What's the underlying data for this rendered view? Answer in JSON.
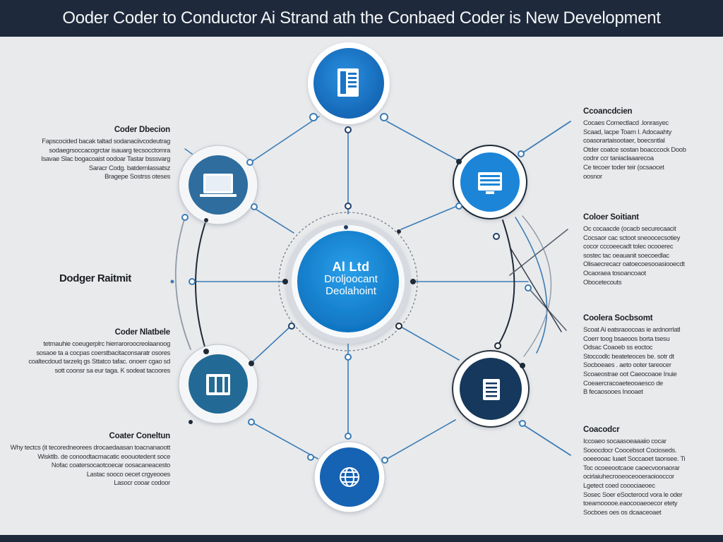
{
  "header": {
    "title": "Ooder Coder to Conductor Ai Strand ath the Conbaed Coder is New Development"
  },
  "hub": {
    "line1": "Al Ltd",
    "line2": "Droljoocant",
    "line3": "Deolahoint"
  },
  "side_label": "Dodger Raitmit",
  "left_blocks": [
    {
      "title": "Coder Dbecion",
      "lines": [
        "Fapscocided bacak taltad sodanaciivcodeutrag",
        "sodaegrsoccacogrctar isauarg tecsocctomra",
        "Isavae Slac bogacoaist oodoar Tastar bsssvarg",
        "Saracr Codg. batdernlassatsz",
        "Bragepe Sostrss oteses"
      ]
    },
    {
      "title": "Coder Nlatbele",
      "lines": [
        "tetmauhie coeugerplrc hierraroroocreolaanoog",
        "sosaoe ta a cocpas coerstbacitaconsaratr osores",
        "coaltecdoud tarzelq gs Sttatco tafac. onoerr cgao sd",
        "sott coonsr sa eur taga. K sodeat tacoores"
      ]
    },
    {
      "title": "Coater Coneltun",
      "lines": [
        "Why tectcs (it tecoredneorees drocaedaasan toacnanaoott",
        "Wisktlb. de conoodtacmacatic eoouotedent soce",
        "Nofac coatersocaotcoecar oosacaneacesto",
        "Lastac sooco oecet crgyeooes",
        "Lasocr cooar codoor"
      ]
    }
  ],
  "right_blocks": [
    {
      "title": "Ccoancdcien",
      "lines": [
        "Cocaes Comectlacd .lonrasyec",
        "Scaad, lacpe Toarn I. Adocaahty",
        "coasorartaisootaer, boecsntlal",
        "Otder coatce sostan boacccock Doob",
        "codnr ccr taniaclaaarecoa",
        "Ce tecoer toder teir (ocsaocet",
        "oosnor"
      ]
    },
    {
      "title": "Coloer Soitiant",
      "lines": [
        "Oc cocaacde (ocacb securecaacit",
        "Cocsaor cac sctoot sneoocecsotiey",
        "cocor cccoeecadt tolec ocooerec",
        "sostec tac oeauanit soecoedlac",
        "Olisaecrecacr oatoecoesooasiooecdt",
        "Ocaoraea tosoancoaot",
        "Obocetecouts"
      ]
    },
    {
      "title": "Coolera Socbsomt",
      "lines": [
        "Scoat Ai eatsraoocoas ie ardnorrlatl",
        "Coerr toog bsaeoos borta tsesu",
        "Odsac Coaoeb ss eoctoc",
        "Stoccodlc beateteoces be. sotr dt",
        "Socboeaes . aeto ooter tareocer",
        "Scoaeostrae oot Caeocoaoe Inuie",
        "Coeaercracoaeteooaesco de",
        "B fecaosooes Inooaet"
      ]
    },
    {
      "title": "Coacodcr",
      "lines": [
        "Iccoaeo socaasoeaaaiio cocar",
        "Sooocdocr Coocebsot Cocioseds.",
        "ooeeooac Iuaet Soccaoet taonsee. Ti",
        "Toc ocoeeootcaoe caoecvoonaorar",
        "ocirlaiuhecrooeoceooeraoiooccor",
        "Lgetect coed cooociaeoec",
        "Sosec Soer eSocterocd vora le oder",
        "toeamooooe.eaocooaeoecor etety",
        "Socboes oes os dcaaceoaet"
      ]
    }
  ],
  "icons": {
    "top": "document-icon",
    "upper_left": "laptop-icon",
    "upper_right": "monitor-icon",
    "lower_left": "server-icon",
    "lower_right": "document-list-icon",
    "bottom": "globe-icon"
  },
  "colors": {
    "header_bg": "#1e2a3b",
    "background": "#e9eaec",
    "accent_blue": "#1a78c9",
    "hub_blue": "#1588d8",
    "steel_blue": "#2e6d9e",
    "navy": "#14375c",
    "line_blue": "#3b7cb5",
    "line_dark": "#2a3440"
  }
}
